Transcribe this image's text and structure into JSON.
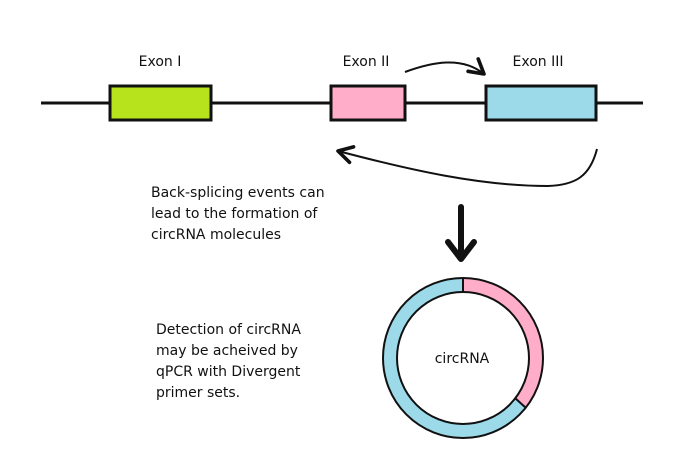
{
  "exons": [
    {
      "label": "Exon I",
      "color": "#b6e31b"
    },
    {
      "label": "Exon II",
      "color": "#ffadc9"
    },
    {
      "label": "Exon III",
      "color": "#9cdaea"
    }
  ],
  "captions": {
    "backsplice": [
      "Back-splicing events can",
      "lead to the formation of",
      "circRNA molecules"
    ],
    "detection": [
      "Detection of circRNA",
      "may be acheived by",
      "qPCR with Divergent",
      "primer sets."
    ]
  },
  "circle": {
    "label": "circRNA",
    "pink_color": "#ffadc9",
    "blue_color": "#9cdaea"
  },
  "colors": {
    "line": "#111111",
    "background": "#ffffff"
  },
  "icons": {
    "splice_arrow": "curved-arrow-right",
    "back_splice_arrow": "curved-arrow-left",
    "process_arrow": "arrow-down"
  }
}
